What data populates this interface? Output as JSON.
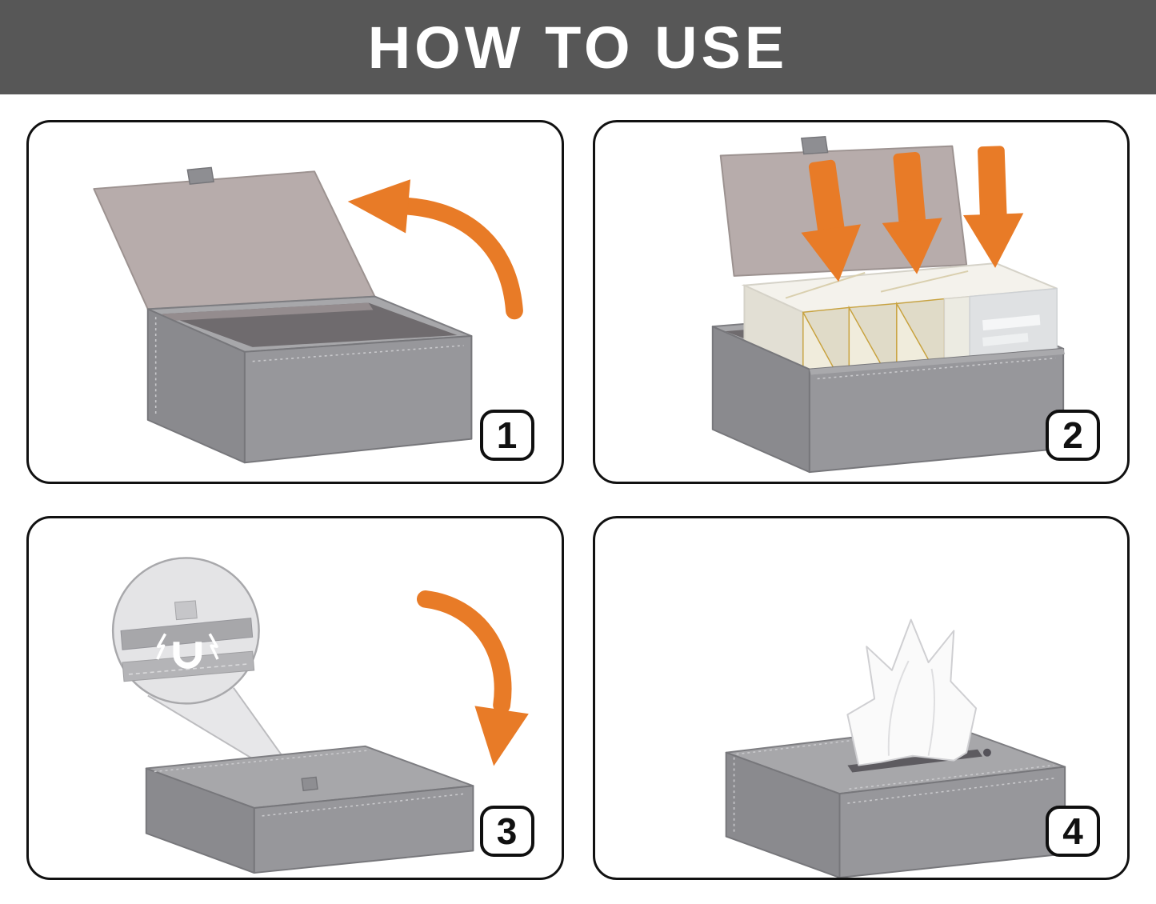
{
  "header": {
    "title": "HOW TO USE"
  },
  "steps": [
    {
      "number": "1"
    },
    {
      "number": "2"
    },
    {
      "number": "3"
    },
    {
      "number": "4"
    }
  ],
  "icons": {
    "open_arrow": "curved-arrow-left",
    "insert_arrows": "triple-down-arrows",
    "close_arrow": "curved-arrow-down",
    "magnet": "horseshoe-magnet",
    "magnifier": "zoom-detail-circle"
  },
  "colors": {
    "header_bg": "#575757",
    "header_text": "#ffffff",
    "page_bg": "#ffffff",
    "panel_border": "#111111",
    "accent": "#e87b27",
    "box_front": "#97979b",
    "box_side": "#8a8a8e",
    "box_top": "#a7a7aa",
    "box_interior": "#6f6b6e",
    "lid_inner": "#b7acab",
    "tissue": "#fafafa",
    "carton_base": "#efede1",
    "carton_gold": "#c8a23e"
  }
}
